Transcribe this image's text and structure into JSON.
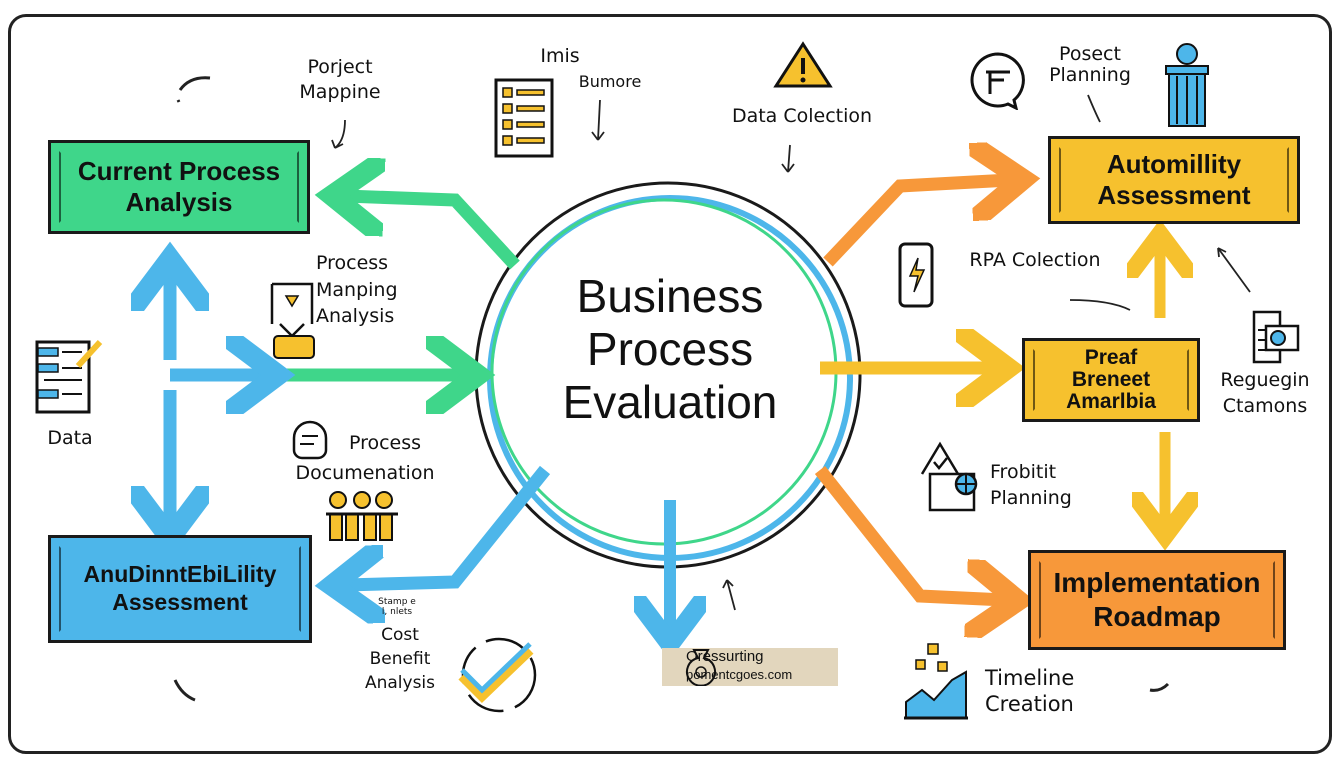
{
  "center": {
    "line1": "Business",
    "line2": "Process",
    "line3": "Evaluation"
  },
  "boxes": {
    "current_process": {
      "line1": "Current Process",
      "line2": "Analysis",
      "color": "#3fd68a"
    },
    "automillity": {
      "line1": "Automillity",
      "line2": "Assessment",
      "color": "#f6c12e"
    },
    "preaf": {
      "line1": "Preaf",
      "line2": "Breneet",
      "line3": "Amarlbia",
      "color": "#f6c12e"
    },
    "implementation": {
      "line1": "Implementation",
      "line2": "Roadmap",
      "color": "#f7983a"
    },
    "anudinnt": {
      "line1": "AnuDinntEbiLility",
      "line2": "Assessment",
      "color": "#4db6ea"
    }
  },
  "labels": {
    "porject_mapping": {
      "line1": "Porject",
      "line2": "Mappine"
    },
    "imis": {
      "line1": "Imis",
      "line2": "Bumore"
    },
    "data_collection": "Data Colection",
    "posect_planning": {
      "line1": "Posect",
      "line2": "Planning"
    },
    "process_mapping": {
      "line1": "Process",
      "line2": "Manping",
      "line3": "Analysis"
    },
    "data": "Data",
    "process_documentation": {
      "line1": "Process",
      "line2": "Documenation"
    },
    "rpa_collection": "RPA Colection",
    "reguegin": {
      "line1": "Reguegin",
      "line2": "Ctamons"
    },
    "frobitit": {
      "line1": "Frobitit",
      "line2": "Planning"
    },
    "cost_benefit": {
      "small1": "Stamp e",
      "small2": "l, nlets",
      "line1": "Cost",
      "line2": "Benefit",
      "line3": "Analysis"
    },
    "timeline": {
      "line1": "Timeline",
      "line2": "Creation"
    },
    "tag": {
      "line1": "Oressurting",
      "line2": "pomentcgoes.com"
    }
  },
  "colors": {
    "green": "#3fd68a",
    "blue": "#4db6ea",
    "yellow": "#f6c12e",
    "orange": "#f7983a"
  }
}
